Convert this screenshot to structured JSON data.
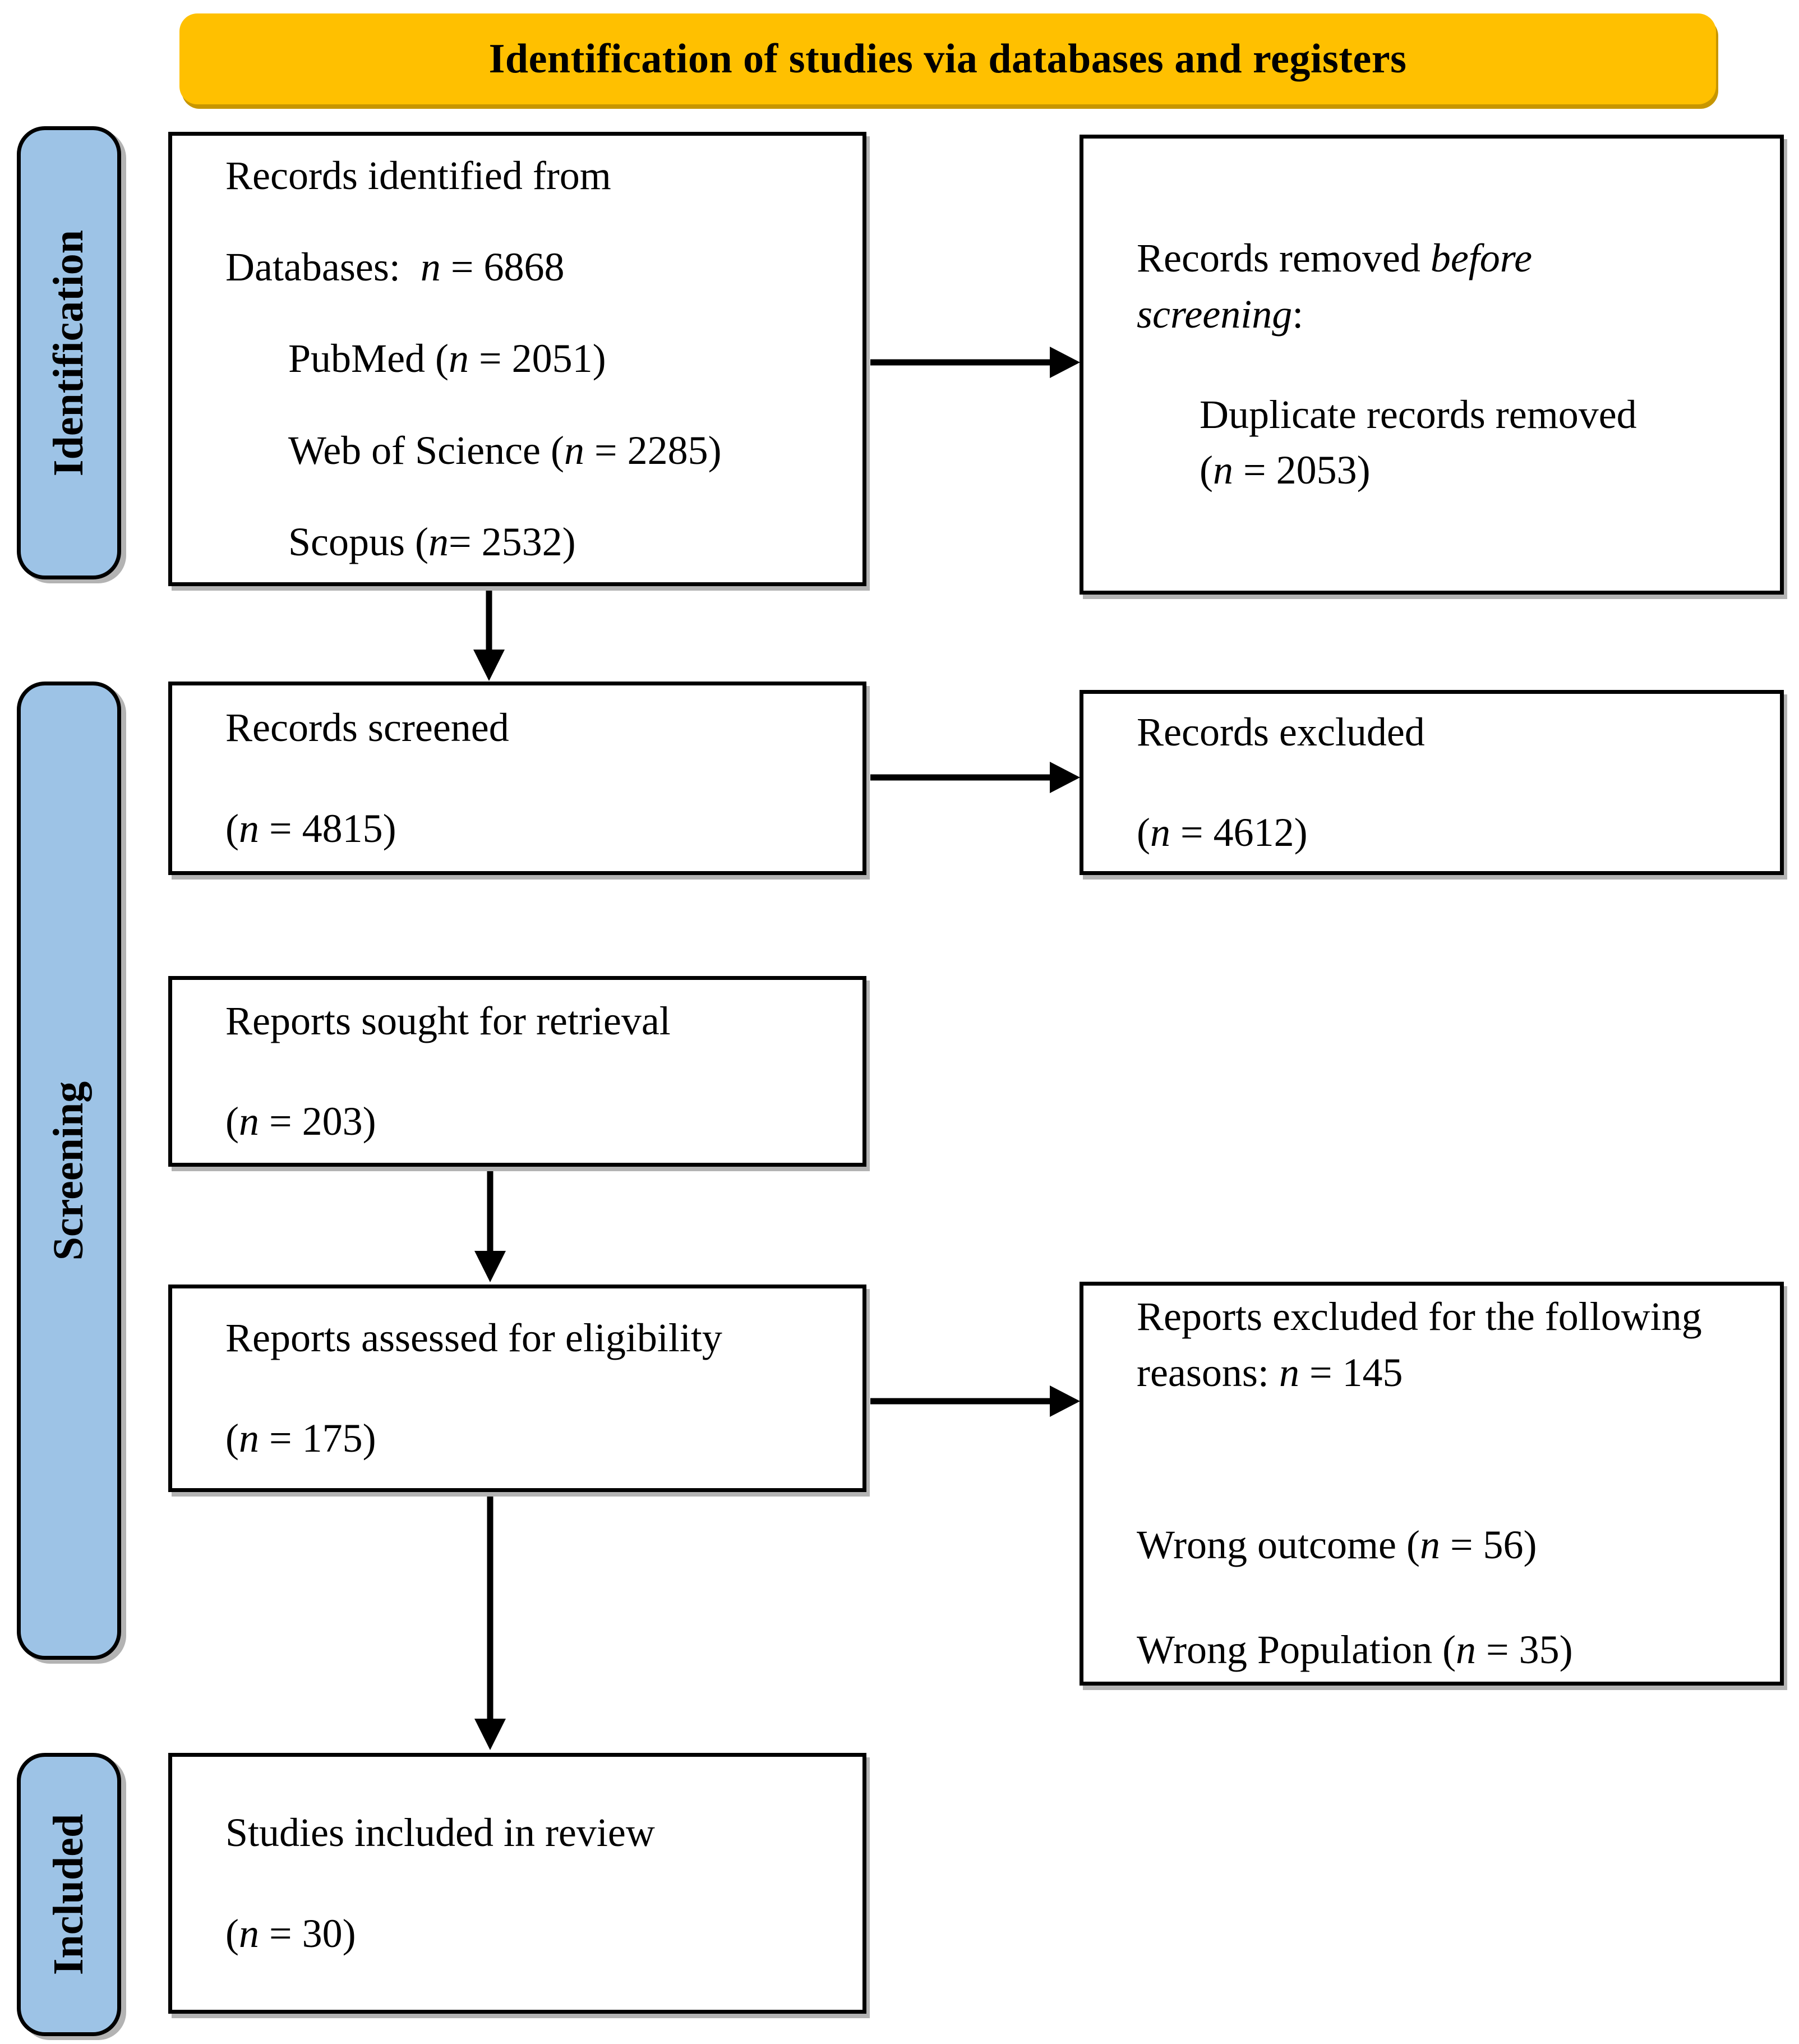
{
  "banner": "Identification of studies via databases and registers",
  "stages": {
    "identification": "Identification",
    "screening": "Screening",
    "included": "Included"
  },
  "colors": {
    "banner_bg": "#FFC000",
    "stage_bg": "#9DC3E6",
    "box_border": "#000000",
    "arrow": "#000000"
  },
  "boxes": {
    "records_identified": {
      "lines": [
        {
          "segments": [
            {
              "text": "Records identified from"
            }
          ]
        },
        {
          "segments": [
            {
              "text": "Databases:  "
            },
            {
              "text": "n",
              "italic": true
            },
            {
              "text": " = 6868"
            }
          ]
        },
        {
          "indent": true,
          "segments": [
            {
              "text": "PubMed ("
            },
            {
              "text": "n",
              "italic": true
            },
            {
              "text": " = 2051)"
            }
          ]
        },
        {
          "indent": true,
          "segments": [
            {
              "text": "Web of Science ("
            },
            {
              "text": "n",
              "italic": true
            },
            {
              "text": " = 2285)"
            }
          ]
        },
        {
          "indent": true,
          "segments": [
            {
              "text": "Scopus ("
            },
            {
              "text": "n",
              "italic": true
            },
            {
              "text": "= 2532)"
            }
          ]
        }
      ]
    },
    "records_removed": {
      "lines": [
        {
          "segments": [
            {
              "text": "Records removed "
            },
            {
              "text": "before screening",
              "italic": true
            },
            {
              "text": ":"
            }
          ]
        },
        {
          "indent": true,
          "segments": [
            {
              "text": "Duplicate records removed ("
            },
            {
              "text": "n",
              "italic": true
            },
            {
              "text": " = 2053)"
            }
          ]
        }
      ]
    },
    "records_screened": {
      "lines": [
        {
          "segments": [
            {
              "text": "Records screened"
            }
          ]
        },
        {
          "segments": [
            {
              "text": "("
            },
            {
              "text": "n",
              "italic": true
            },
            {
              "text": " = 4815)"
            }
          ]
        }
      ]
    },
    "records_excluded": {
      "lines": [
        {
          "segments": [
            {
              "text": "Records excluded"
            }
          ]
        },
        {
          "segments": [
            {
              "text": "("
            },
            {
              "text": "n",
              "italic": true
            },
            {
              "text": " = 4612)"
            }
          ]
        }
      ]
    },
    "reports_sought": {
      "lines": [
        {
          "segments": [
            {
              "text": "Reports sought for retrieval"
            }
          ]
        },
        {
          "segments": [
            {
              "text": "("
            },
            {
              "text": "n",
              "italic": true
            },
            {
              "text": " = 203)"
            }
          ]
        }
      ]
    },
    "reports_assessed": {
      "lines": [
        {
          "segments": [
            {
              "text": "Reports assessed for eligibility"
            }
          ]
        },
        {
          "segments": [
            {
              "text": "("
            },
            {
              "text": "n",
              "italic": true
            },
            {
              "text": " = 175)"
            }
          ]
        }
      ]
    },
    "reports_excluded": {
      "lines": [
        {
          "segments": [
            {
              "text": "Reports excluded for the following reasons: "
            },
            {
              "text": "n",
              "italic": true
            },
            {
              "text": " = 145"
            }
          ]
        },
        {
          "gap_before": true,
          "segments": [
            {
              "text": "Wrong outcome ("
            },
            {
              "text": "n",
              "italic": true
            },
            {
              "text": " = 56)"
            }
          ]
        },
        {
          "segments": [
            {
              "text": "Wrong Population ("
            },
            {
              "text": "n",
              "italic": true
            },
            {
              "text": " = 35)"
            }
          ]
        }
      ]
    },
    "studies_included": {
      "lines": [
        {
          "segments": [
            {
              "text": "Studies included in review"
            }
          ]
        },
        {
          "segments": [
            {
              "text": "("
            },
            {
              "text": "n",
              "italic": true
            },
            {
              "text": " = 30)"
            }
          ]
        }
      ]
    }
  }
}
